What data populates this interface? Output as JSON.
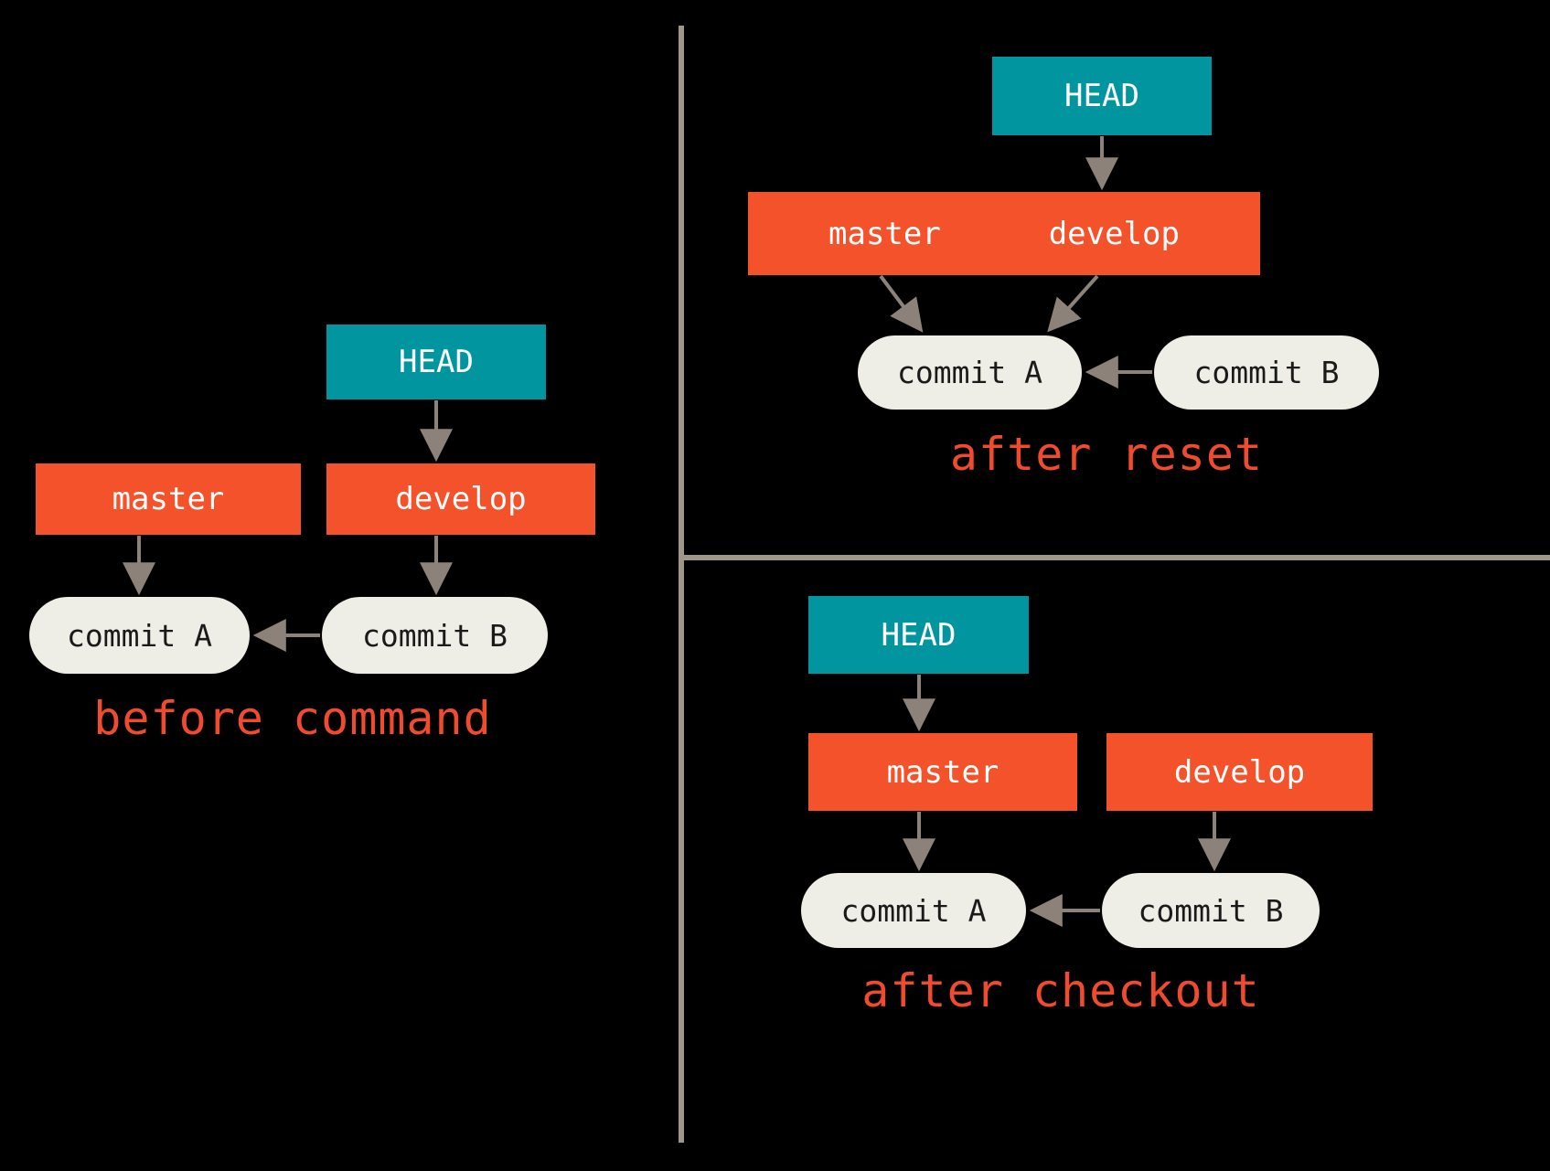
{
  "diagram": {
    "title": "git reset vs git checkout branch pointer movement",
    "background_color": "#000000",
    "colors": {
      "head_box": "#00959f",
      "branch_box": "#f4522a",
      "commit_node": "#efeee6",
      "commit_text": "#1a1a1a",
      "caption_text": "#f04a2f",
      "arrow": "#8c8279",
      "divider": "#9e9689"
    }
  },
  "panels": {
    "before": {
      "caption": "before command",
      "head_label": "HEAD",
      "branches": [
        {
          "label": "master"
        },
        {
          "label": "develop"
        }
      ],
      "commits": [
        {
          "label": "commit A"
        },
        {
          "label": "commit B"
        }
      ],
      "pointers": [
        {
          "from": "HEAD",
          "to": "develop"
        },
        {
          "from": "master",
          "to": "commit A"
        },
        {
          "from": "develop",
          "to": "commit B"
        },
        {
          "from": "commit B",
          "to": "commit A"
        }
      ]
    },
    "after_reset": {
      "caption": "after reset",
      "head_label": "HEAD",
      "branches": [
        {
          "label": "master"
        },
        {
          "label": "develop"
        }
      ],
      "commits": [
        {
          "label": "commit A"
        },
        {
          "label": "commit B"
        }
      ],
      "pointers": [
        {
          "from": "HEAD",
          "to": "develop"
        },
        {
          "from": "master",
          "to": "commit A"
        },
        {
          "from": "develop",
          "to": "commit A"
        },
        {
          "from": "commit B",
          "to": "commit A"
        }
      ]
    },
    "after_checkout": {
      "caption": "after checkout",
      "head_label": "HEAD",
      "branches": [
        {
          "label": "master"
        },
        {
          "label": "develop"
        }
      ],
      "commits": [
        {
          "label": "commit A"
        },
        {
          "label": "commit B"
        }
      ],
      "pointers": [
        {
          "from": "HEAD",
          "to": "master"
        },
        {
          "from": "master",
          "to": "commit A"
        },
        {
          "from": "develop",
          "to": "commit B"
        },
        {
          "from": "commit B",
          "to": "commit A"
        }
      ]
    }
  }
}
